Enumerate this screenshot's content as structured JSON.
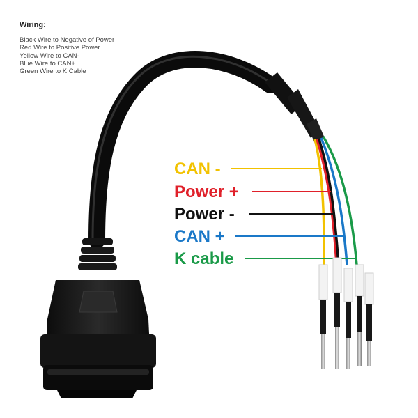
{
  "wiring": {
    "heading": "Wiring:",
    "lines": [
      "Black Wire to Negative of Power",
      "Red Wire to Positive Power",
      "Yellow Wire to CAN-",
      "Blue Wire to CAN+",
      "Green Wire to K Cable"
    ]
  },
  "wire_labels": [
    {
      "text": "CAN -",
      "color": "#f2c200"
    },
    {
      "text": "Power +",
      "color": "#e0202a"
    },
    {
      "text": "Power -",
      "color": "#111111"
    },
    {
      "text": "CAN +",
      "color": "#1a78c8"
    },
    {
      "text": "K cable",
      "color": "#1a9a48"
    }
  ],
  "wire_colors": {
    "yellow": "#f2c200",
    "red": "#e0202a",
    "black": "#111111",
    "blue": "#1a78c8",
    "green": "#1a9a48"
  },
  "connector_color": "#1b1b1b",
  "icons": [
    "obd2-connector",
    "cable",
    "pin-terminal"
  ]
}
